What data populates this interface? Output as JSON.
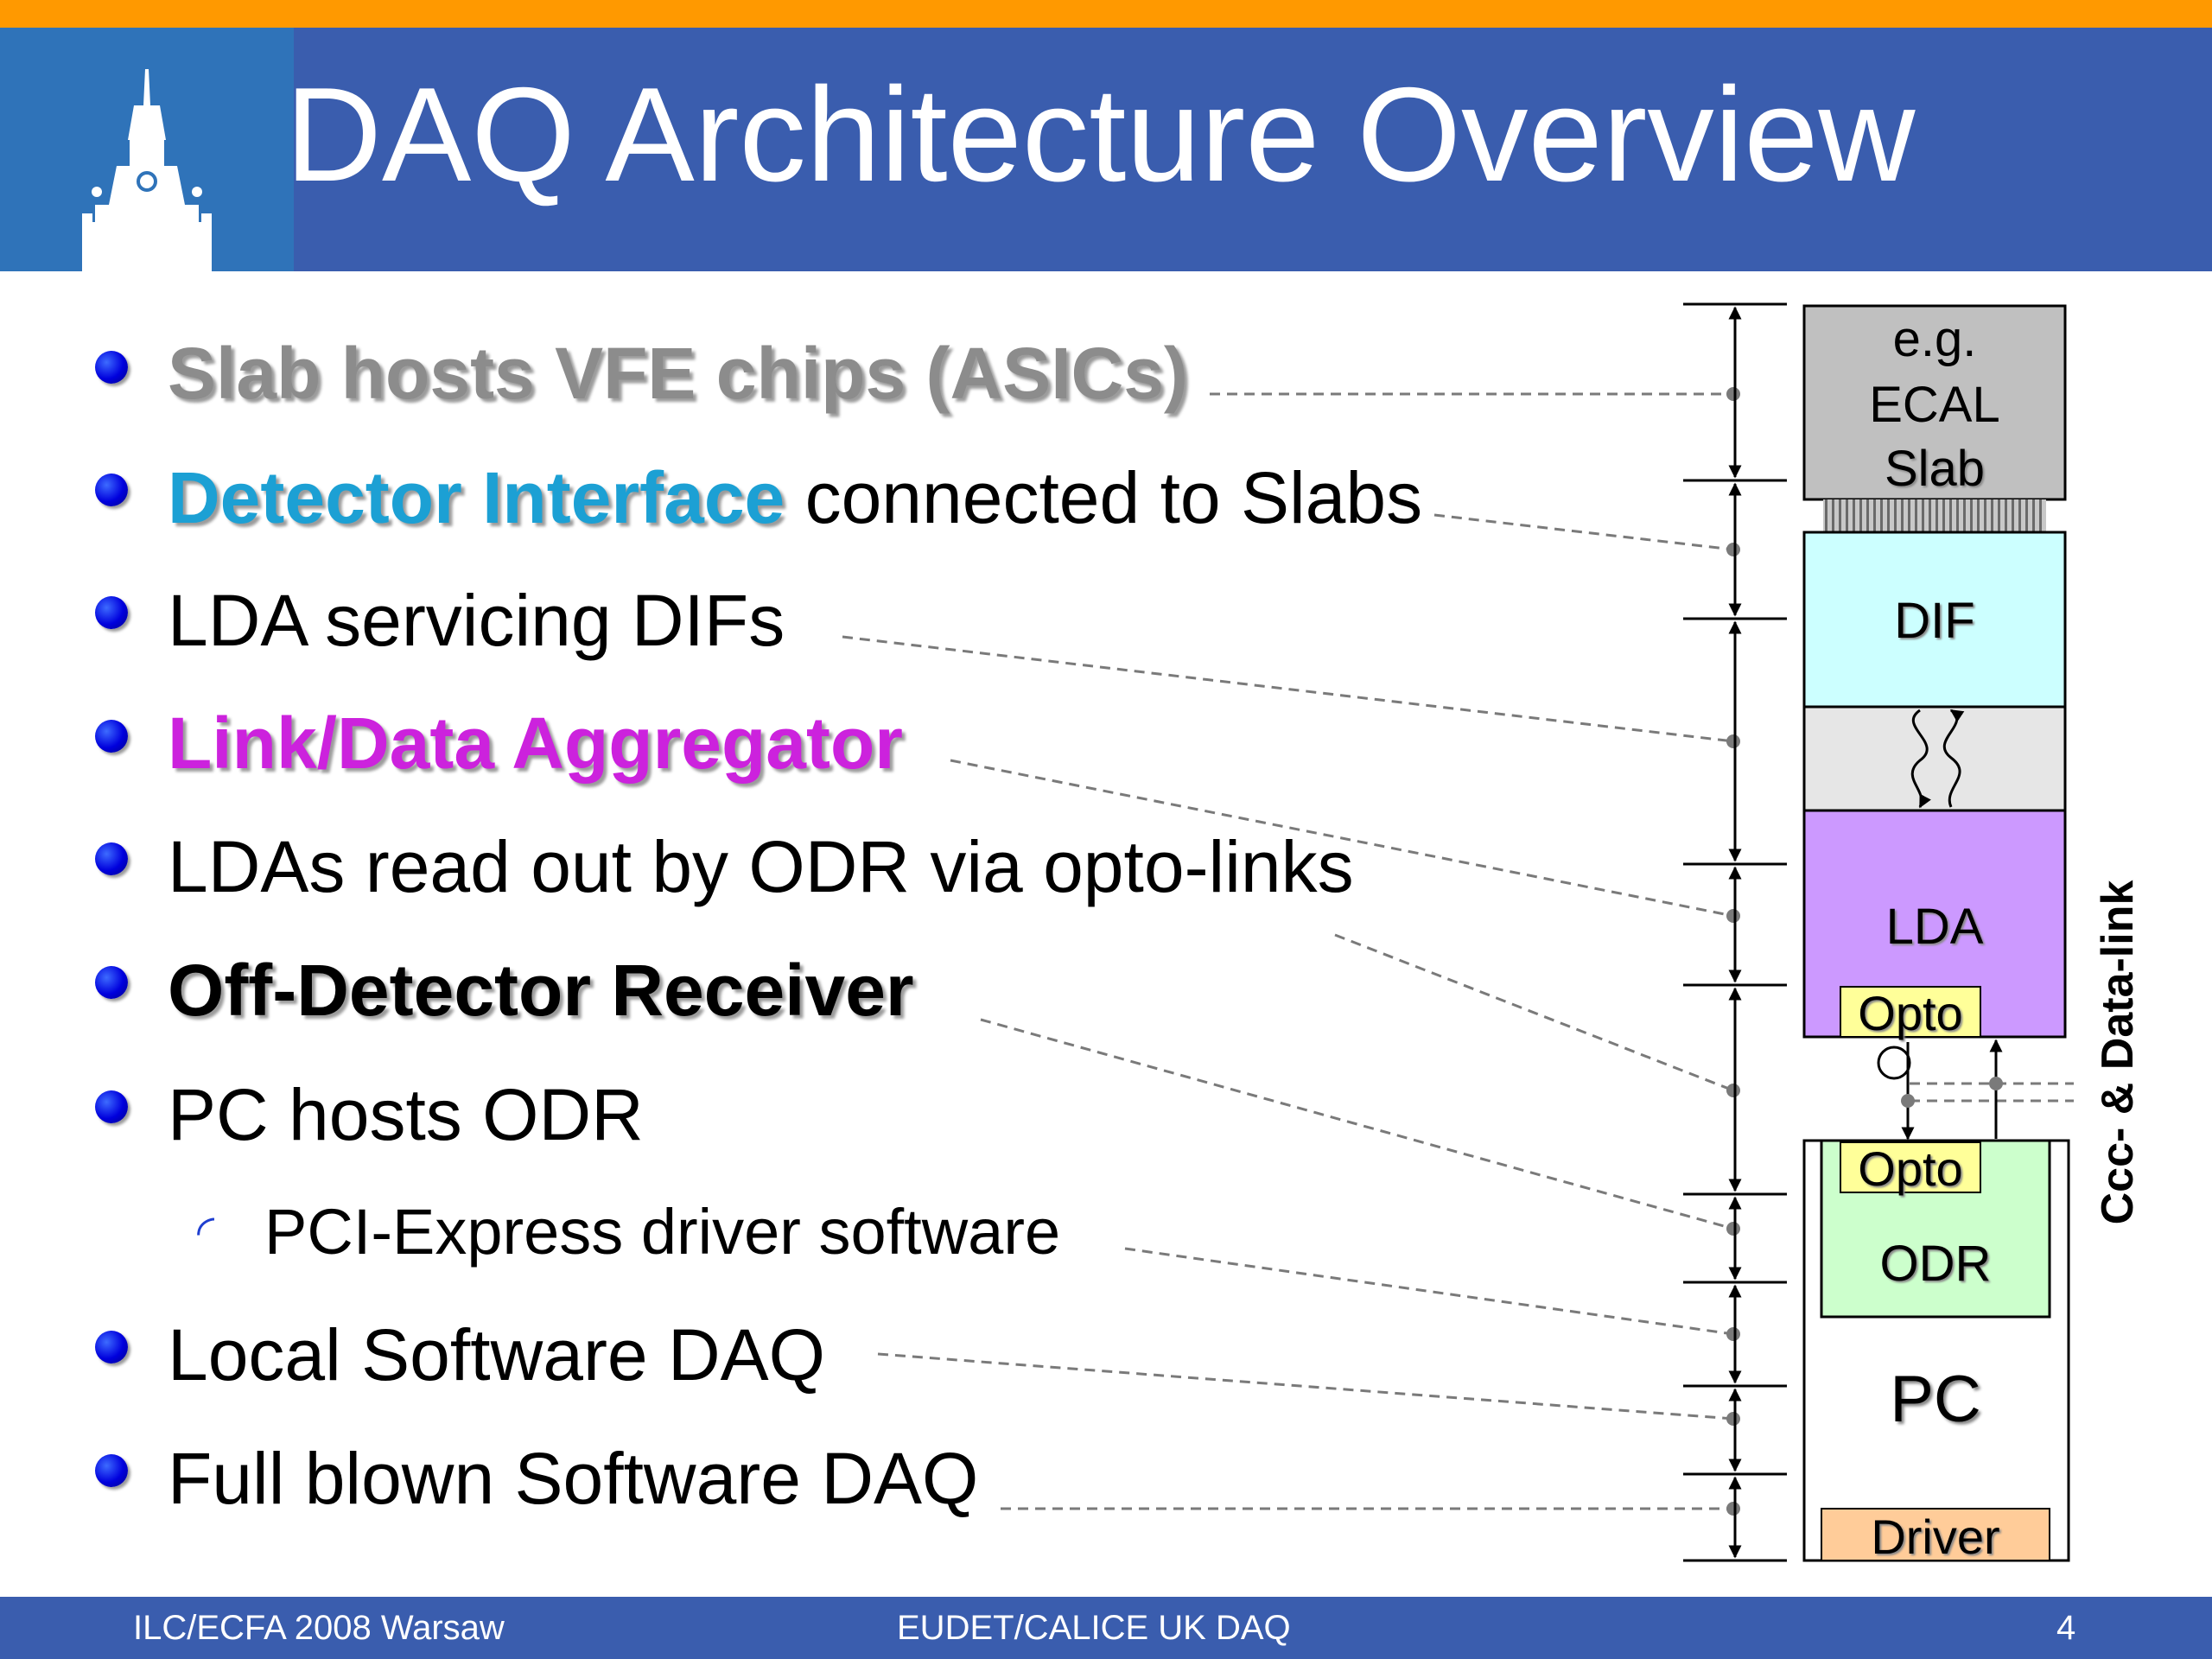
{
  "slide": {
    "title": "DAQ Architecture Overview",
    "logo": "castle-tower-logo"
  },
  "bullets": [
    {
      "text": "Slab hosts VFE chips (ASICs)"
    },
    {
      "highlight": "Detector Interface",
      "rest": " connected to Slabs"
    },
    {
      "text": "LDA servicing DIFs"
    },
    {
      "text": "Link/Data Aggregator"
    },
    {
      "text": "LDAs read out by ODR via opto-links"
    },
    {
      "text": "Off-Detector Receiver"
    },
    {
      "text": "PC hosts ODR"
    },
    {
      "text": "PCI-Express driver software",
      "sub": true
    },
    {
      "text": "Local Software DAQ"
    },
    {
      "text": "Full blown Software DAQ"
    }
  ],
  "diagram": {
    "slab_label_1": "e.g.",
    "slab_label_2": "ECAL",
    "slab_label_3": "Slab",
    "dif_label": "DIF",
    "lda_label": "LDA",
    "lda_opto_label": "Opto",
    "odr_opto_label": "Opto",
    "odr_label": "ODR",
    "pc_label": "PC",
    "driver_label": "Driver",
    "link_label": "Ccc- & Data-link",
    "colors": {
      "slab": "#c0c0c0",
      "dif": "#ccffff",
      "link": "#e6e6e6",
      "lda": "#cc99ff",
      "opto": "#ffff99",
      "odr": "#ccffcc",
      "driver": "#ffcc99"
    }
  },
  "footer": {
    "left": "ILC/ECFA 2008 Warsaw",
    "center": "EUDET/CALICE UK DAQ",
    "page": "4"
  }
}
